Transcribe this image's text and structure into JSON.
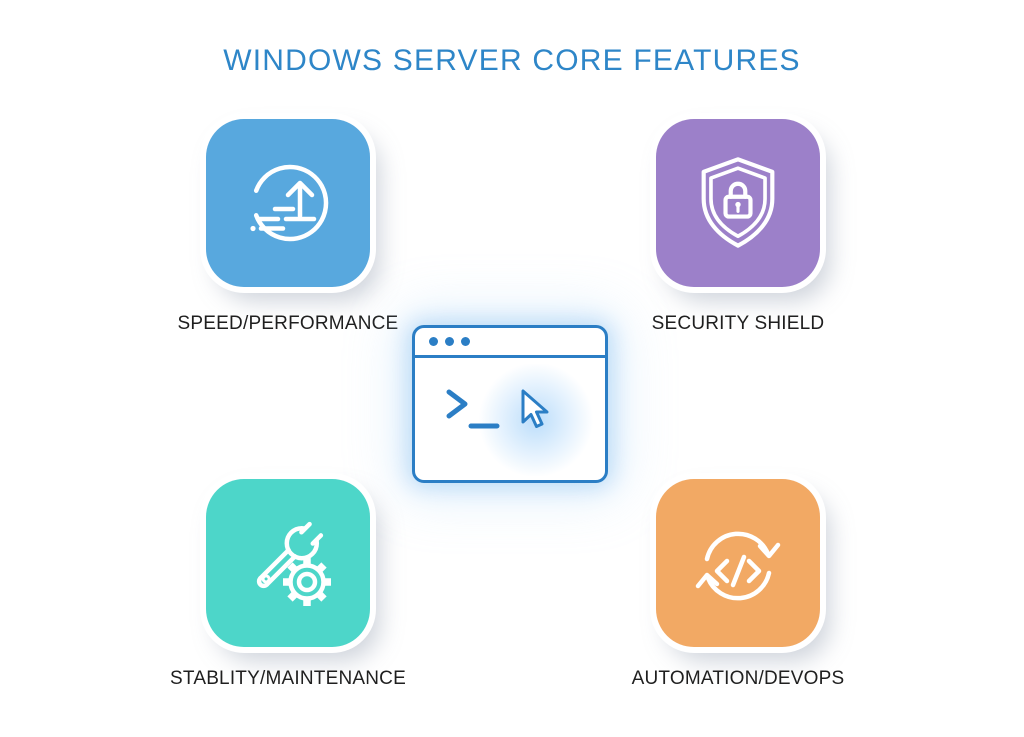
{
  "title": "WINDOWS SERVER CORE FEATURES",
  "colors": {
    "title_blue": "#2E86C8",
    "window_blue": "#2B7EC5",
    "label_text": "#1F1F1F",
    "icon_stroke": "#FFFFFF",
    "background": "#FFFFFF",
    "tile_speed": "#58A8DE",
    "tile_security": "#9C80C9",
    "tile_stability": "#4DD6C9",
    "tile_automation": "#F2A964"
  },
  "tiles": [
    {
      "id": "speed",
      "label": "SPEED/PERFORMANCE",
      "icon": "speed-circle-up-arrow-icon",
      "color": "#58A8DE"
    },
    {
      "id": "security",
      "label": "SECURITY SHIELD",
      "icon": "shield-lock-icon",
      "color": "#9C80C9"
    },
    {
      "id": "stability",
      "label": "STABLITY/MAINTENANCE",
      "icon": "wrench-gear-icon",
      "color": "#4DD6C9"
    },
    {
      "id": "automation",
      "label": "AUTOMATION/DEVOPS",
      "icon": "code-sync-arrows-icon",
      "color": "#F2A964"
    }
  ],
  "center_window": {
    "icon": "terminal-window-icon",
    "titlebar_dots": 3,
    "prompt_symbol": ">_",
    "cursor": "mouse-pointer-icon"
  }
}
